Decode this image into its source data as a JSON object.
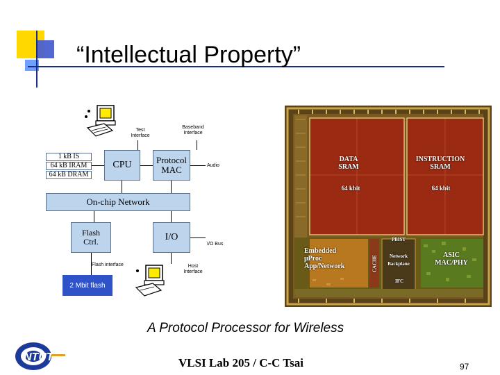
{
  "title": "“Intellectual Property”",
  "diagram": {
    "test_interface": "Test\nInterface",
    "baseband_interface": "Baseband\nInterface",
    "mem_is": "1 kB IS",
    "mem_iram": "64 kB IRAM",
    "mem_dram": "64 kB DRAM",
    "cpu": "CPU",
    "protocol_mac": "Protocol\nMAC",
    "audio": "Audio",
    "on_chip_network": "On-chip Network",
    "flash_ctrl": "Flash\nCtrl.",
    "io": "I/O",
    "io_bus": "I/O Bus",
    "flash_interface": "Flash interface",
    "host_interface": "Host\nInterface",
    "flash_2mbit": "2 Mbit flash"
  },
  "die": {
    "data_sram": "DATA\nSRAM",
    "instruction_sram": "INSTRUCTION\nSRAM",
    "size_left": "64 kbit",
    "size_right": "64 kbit",
    "cache": "CACHE",
    "embedded": "Embedded\nμProc\nApp/Network",
    "network_backplane": "Network\nBackplane",
    "asic": "ASIC\nMAC/PHY",
    "pbist": "PBIST",
    "flash_ifc": "IFC"
  },
  "caption": "A Protocol Processor for Wireless",
  "footer": "VLSI Lab 205 / C-C Tsai",
  "page_number": "97",
  "logo_text": "NTUT",
  "colors": {
    "block_fill": "#bcd4ec",
    "flash_fill": "#2f52c8",
    "title_accent_yellow": "#ffd800",
    "title_accent_blue": "#4a5fd0"
  }
}
